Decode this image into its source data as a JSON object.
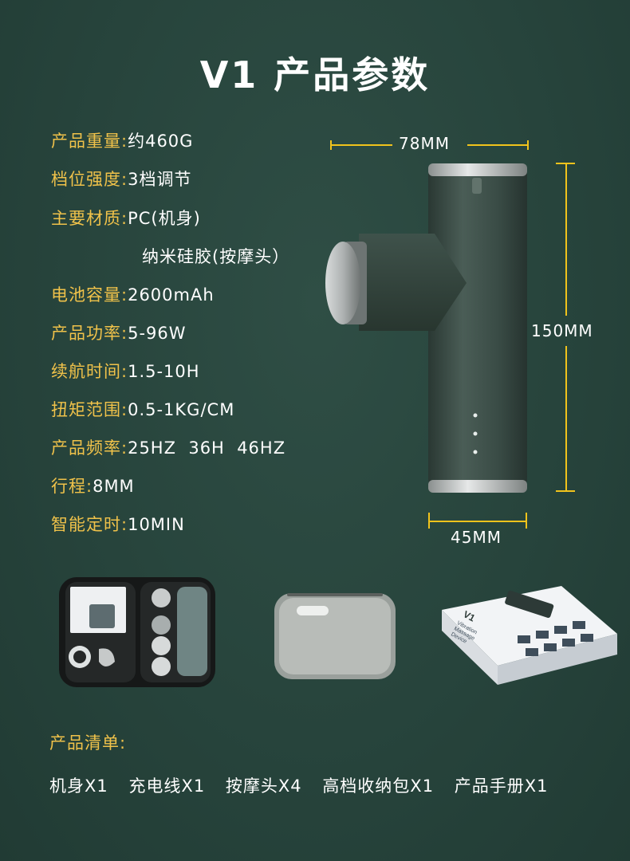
{
  "title": "V1 产品参数",
  "specs": [
    {
      "key": "产品重量:",
      "value": "约460G"
    },
    {
      "key": "档位强度:",
      "value": "3档调节"
    },
    {
      "key": "主要材质:",
      "value": "PC(机身)"
    },
    {
      "key": "电池容量:",
      "value": "2600mAh"
    },
    {
      "key": "产品功率:",
      "value": "5-96W"
    },
    {
      "key": "续航时间:",
      "value": "1.5-10H"
    },
    {
      "key": "扭矩范围:",
      "value": "0.5-1KG/CM"
    },
    {
      "key": "产品频率:",
      "value": "25HZ  36H  46HZ"
    },
    {
      "key": "行程:",
      "value": "8MM"
    },
    {
      "key": "智能定时:",
      "value": "10MIN"
    }
  ],
  "material_extra": "纳米硅胶(按摩头）",
  "dimensions": {
    "width_top": "78MM",
    "height": "150MM",
    "width_bottom": "45MM"
  },
  "box": {
    "model": "V1",
    "line1": "Vibration",
    "line2": "Massage",
    "line3": "Device"
  },
  "list": {
    "title": "产品清单:",
    "items": [
      "机身X1",
      "充电线X1",
      "按摩头X4",
      "高档收纳包X1",
      "产品手册X1"
    ]
  },
  "colors": {
    "background": "#27443c",
    "accent": "#f0c24a",
    "dimension_line": "#f1c31c",
    "device_body": "#3a4c46"
  }
}
